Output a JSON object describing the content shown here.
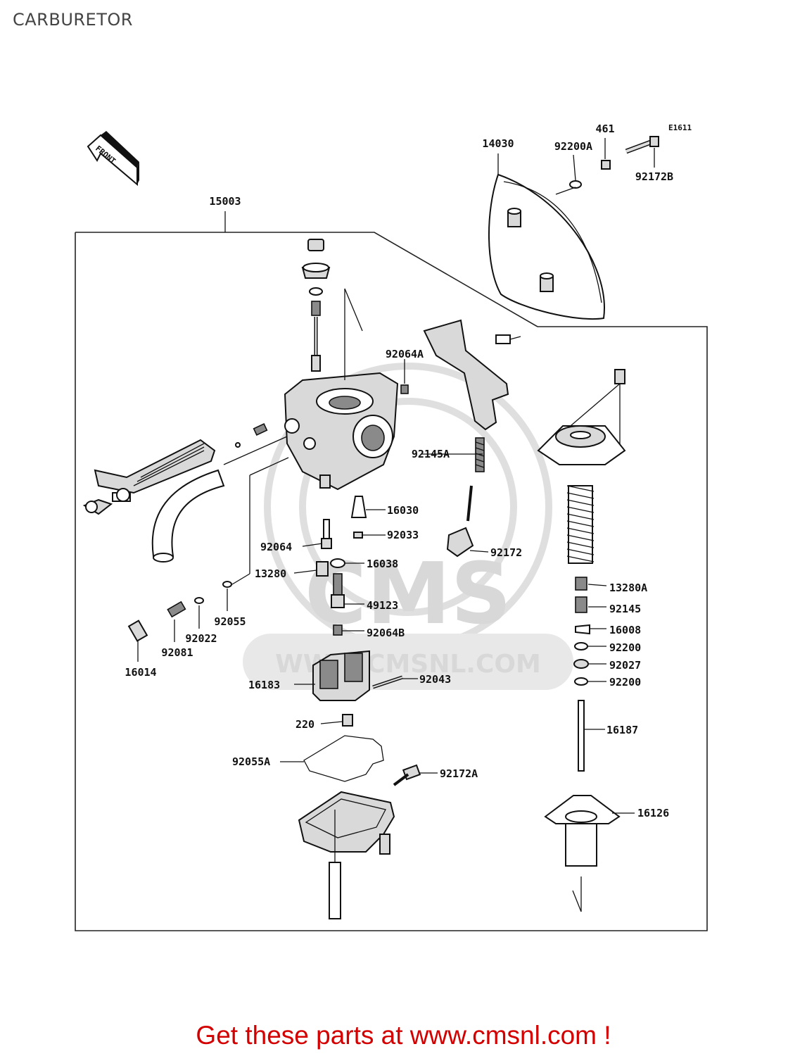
{
  "title": "CARBURETOR",
  "diagram_code": "E1611",
  "front_label": "FRONT",
  "watermark": {
    "logo_text": "CMS",
    "url_text": "WWW.CMSNL.COM"
  },
  "call_to_action": "Get these parts at www.cmsnl.com !",
  "part_labels": {
    "p15003": "15003",
    "p14030": "14030",
    "p92200A": "92200A",
    "p461": "461",
    "p92172B": "92172B",
    "p92064A": "92064A",
    "p92145A": "92145A",
    "p16030": "16030",
    "p92033": "92033",
    "p92064": "92064",
    "p92172": "92172",
    "p16038": "16038",
    "p13280": "13280",
    "p49123": "49123",
    "p92055": "92055",
    "p92022": "92022",
    "p92081": "92081",
    "p16014": "16014",
    "p92064B": "92064B",
    "p16183": "16183",
    "p92043": "92043",
    "p220": "220",
    "p92055A": "92055A",
    "p92172A": "92172A",
    "p13280A": "13280A",
    "p92145": "92145",
    "p16008": "16008",
    "p92200a": "92200",
    "p92027": "92027",
    "p92200b": "92200",
    "p16187": "16187",
    "p16126": "16126"
  }
}
